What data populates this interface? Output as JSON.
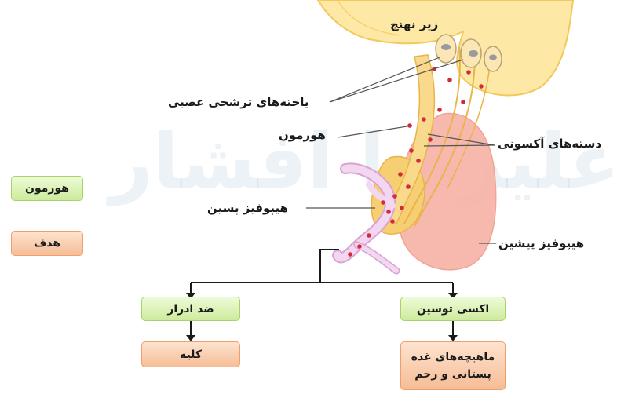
{
  "labels": {
    "hypothalamus": "زیر نهنج",
    "neurosecretory_cells": "یاخته‌های ترشحی عصبی",
    "hormone": "هورمون",
    "axon_bundles": "دسته‌های آکسونی",
    "posterior_pituitary": "هیپوفیز پسین",
    "anterior_pituitary": "هیپوفیز پیشین"
  },
  "legend": {
    "hormone": "هورمون",
    "target": "هدف"
  },
  "flow": {
    "left_hormone": "ضد ادرار",
    "left_target": "کلیه",
    "right_hormone": "اکسی توسین",
    "right_target_line1": "ماهیچه‌های غده",
    "right_target_line2": "پستانی و رحم"
  },
  "watermark": "علیرضا افشار",
  "colors": {
    "hypothalamus_fill": "#fde8a6",
    "hypothalamus_edge": "#f2c95c",
    "anterior_lobe": "#f7b5a9",
    "posterior_lobe": "#f6cf72",
    "portal_vessel": "#ecc4e6",
    "hormone_dot": "#d42a3a",
    "green_box": "#cdeb9c",
    "orange_box": "#f6bd96"
  }
}
